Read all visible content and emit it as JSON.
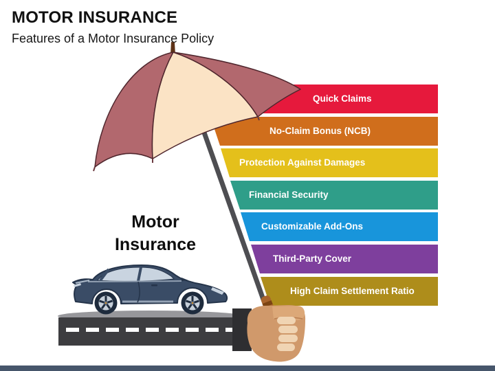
{
  "header": {
    "title": "MOTOR INSURANCE",
    "subtitle": "Features of a Motor Insurance Policy"
  },
  "diagram": {
    "center_label_lines": [
      "Motor",
      "Insurance"
    ],
    "features": [
      {
        "label": "Quick Claims",
        "color": "#E6193C"
      },
      {
        "label": "No-Claim Bonus (NCB)",
        "color": "#D06E1C"
      },
      {
        "label": "Protection Against Damages",
        "color": "#E4C01B"
      },
      {
        "label": "Financial Security",
        "color": "#2F9E89"
      },
      {
        "label": "Customizable Add-Ons",
        "color": "#1895DB"
      },
      {
        "label": "Third-Party Cover",
        "color": "#7E3F9D"
      },
      {
        "label": "High Claim Settlement Ratio",
        "color": "#AE8D1B"
      }
    ],
    "umbrella": {
      "canopy_outer": "#B2686E",
      "canopy_inner": "#FBE3C5",
      "pole": "#4E4E52",
      "handle": "#A8642C",
      "tip": "#5E3317"
    },
    "hand": {
      "skin": "#D0996B",
      "fingers": "#F0D4B3",
      "sleeve": "#2E2E31"
    },
    "car": {
      "body": "#3A4C66",
      "outline": "#25344A",
      "windows": "#C9D4E0"
    },
    "road": {
      "surface": "#3D3D40",
      "shoulder": "#97979B",
      "marking": "#FFFFFF"
    }
  },
  "footer": {
    "bar_color": "#46566B"
  }
}
